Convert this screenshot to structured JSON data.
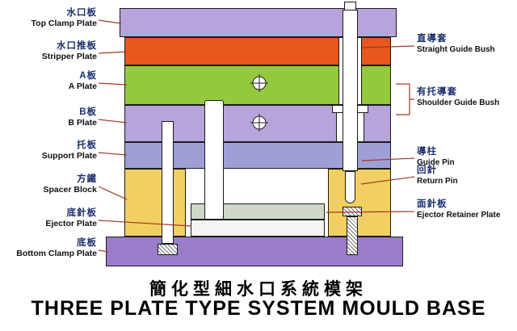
{
  "titles": {
    "zh": "簡化型細水口系統模架",
    "en": "THREE PLATE TYPE SYSTEM MOULD BASE"
  },
  "left_labels": [
    {
      "zh": "水口板",
      "en": "Top Clamp Plate"
    },
    {
      "zh": "水口推板",
      "en": "Stripper Plate"
    },
    {
      "zh": "A板",
      "en": "A Plate"
    },
    {
      "zh": "B板",
      "en": "B Plate"
    },
    {
      "zh": "托板",
      "en": "Support Plate"
    },
    {
      "zh": "方鐵",
      "en": "Spacer Block"
    },
    {
      "zh": "底針板",
      "en": "Ejector Plate"
    },
    {
      "zh": "底板",
      "en": "Bottom Clamp Plate"
    }
  ],
  "right_labels": [
    {
      "zh": "直導套",
      "en": "Straight Guide Bush"
    },
    {
      "zh": "有托導套",
      "en": "Shoulder Guide Bush"
    },
    {
      "zh": "導柱",
      "en": "Guide Pin"
    },
    {
      "zh": "回針",
      "en": "Return Pin"
    },
    {
      "zh": "面針板",
      "en": "Ejector Retainer Plate"
    }
  ],
  "colors": {
    "top_clamp_plate": "#b7a4da",
    "stripper_plate": "#e8571e",
    "a_plate": "#94c83d",
    "b_plate": "#b7a4da",
    "support_plate": "#9f9fd8",
    "spacer_block": "#f2cf63",
    "ejector_retainer_plate": "#cfd8c8",
    "ejector_plate": "#f4f4f2",
    "bottom_clamp_plate": "#9a7cc9",
    "leader_line": "#a03a28",
    "zh_text": "#1c2f6d",
    "en_text": "#101010",
    "title_text": "#000000"
  }
}
